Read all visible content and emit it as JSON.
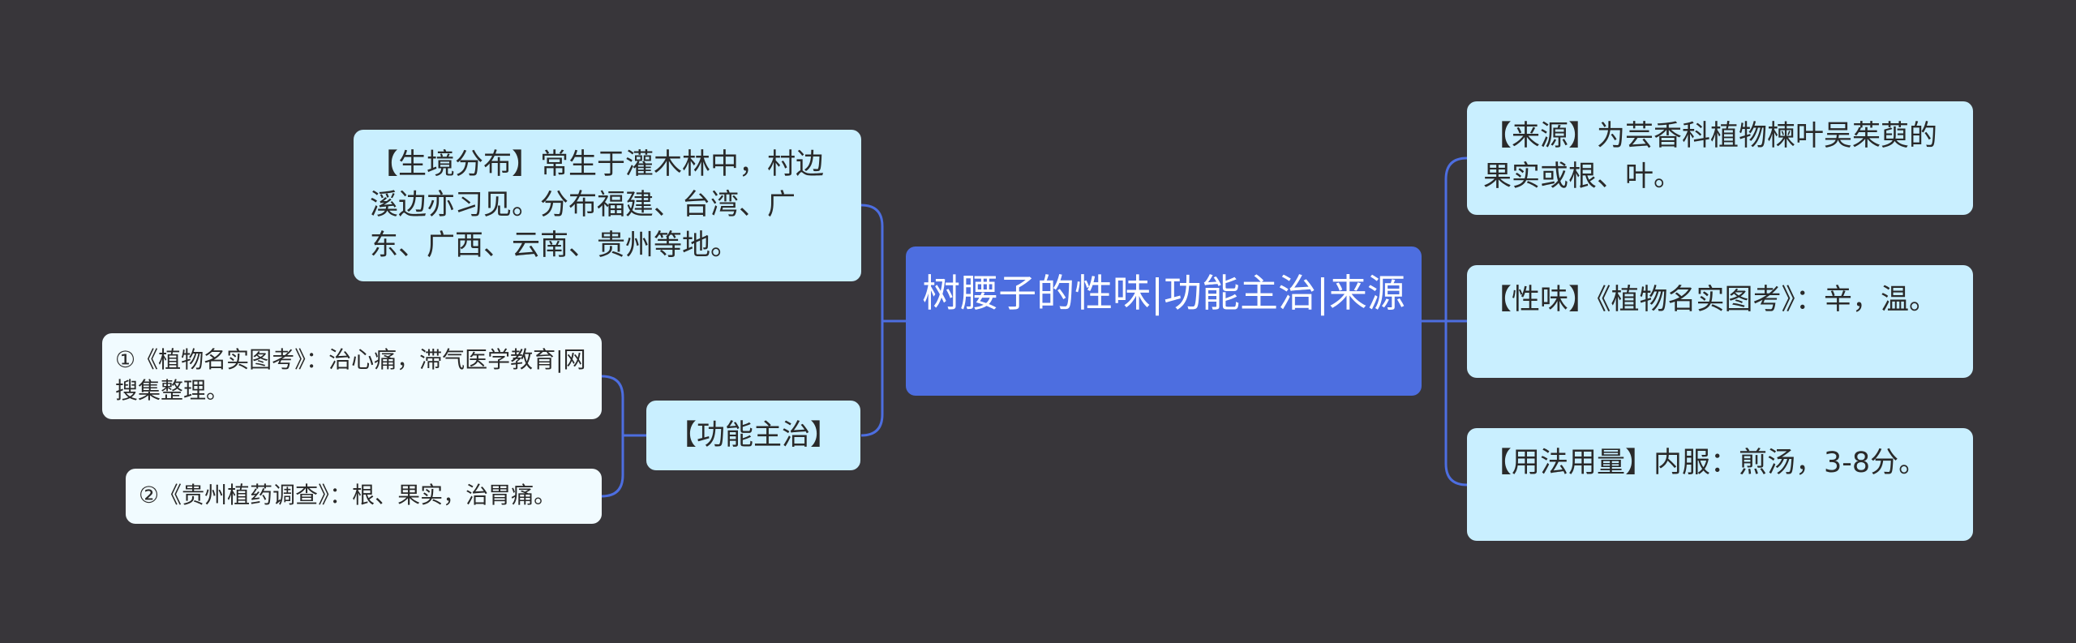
{
  "colors": {
    "background": "#38363a",
    "root": "#4d6ee0",
    "level1": "#c9efff",
    "level2": "#f1fbff",
    "connector": "#4d6ee0"
  },
  "root": {
    "title": "树腰子的性味|功能主治|来源"
  },
  "left": {
    "habitat": "【生境分布】常生于灌木林中，村边溪边亦习见。分布福建、台湾、广东、广西、云南、贵州等地。",
    "function": {
      "label": "【功能主治】",
      "children": [
        "①《植物名实图考》：治心痛，滞气医学教育|网搜集整理。",
        "②《贵州植药调查》：根、果实，治胃痛。"
      ]
    }
  },
  "right": {
    "source": "【来源】为芸香科植物楝叶吴茱萸的果实或根、叶。",
    "taste": "【性味】《植物名实图考》：辛，温。",
    "usage": "【用法用量】内服：煎汤，3-8分。"
  }
}
